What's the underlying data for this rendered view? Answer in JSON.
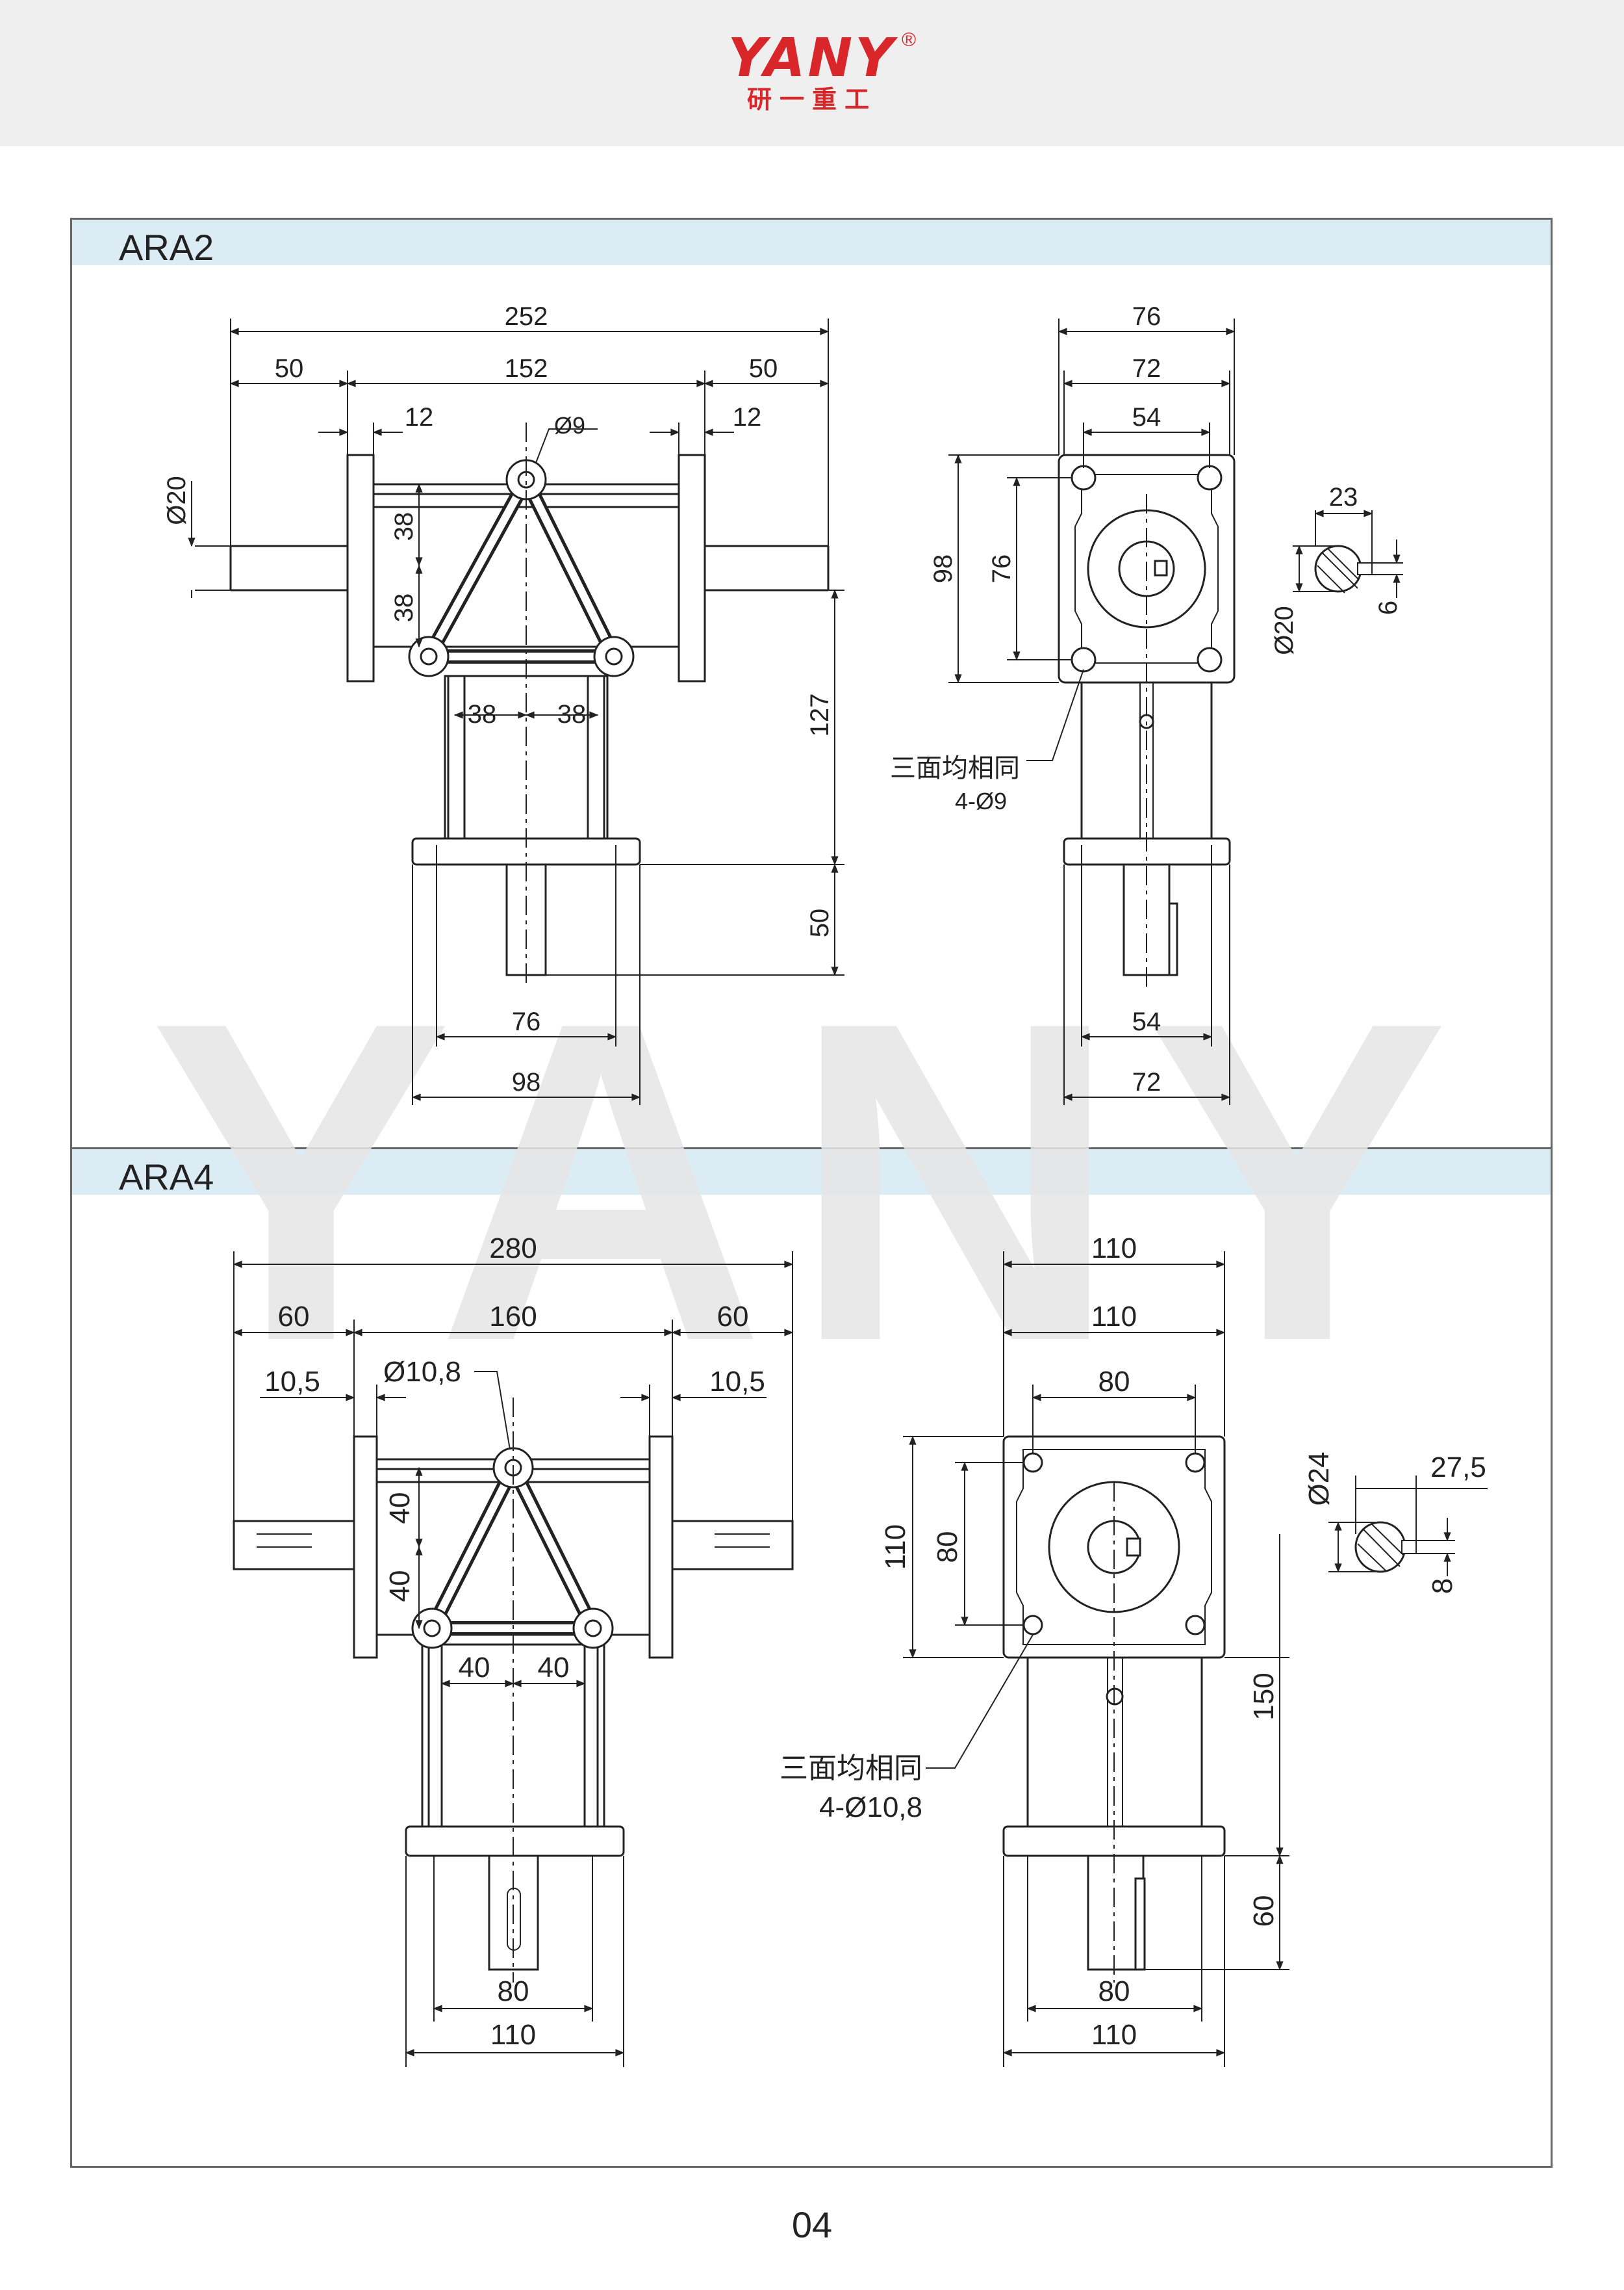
{
  "brand": {
    "logo": "YANY",
    "sub": "研一重工",
    "reg": "®",
    "watermark": "YANY"
  },
  "colors": {
    "brand_red": "#d9262a",
    "band_blue": "#dcecf5",
    "header_gray": "#efefef",
    "line": "#222222"
  },
  "sections": [
    {
      "model": "ARA2",
      "front": {
        "overall": "252",
        "left_shaft": "50",
        "center": "152",
        "right_shaft": "50",
        "flange_left": "12",
        "flange_right": "12",
        "hole": "Ø9",
        "shaft_dia": "Ø20",
        "upper_v": "38",
        "lower_v": "38",
        "h_left": "38",
        "h_right": "38",
        "height": "127",
        "bottom_shaft": "50",
        "base_inner": "76",
        "base_outer": "98"
      },
      "side": {
        "top1": "76",
        "top2": "72",
        "top3": "54",
        "left_outer": "98",
        "left_inner": "76",
        "note_line1": "三面均相同",
        "note_line2": "4-Ø9",
        "bottom_inner": "54",
        "bottom_outer": "72"
      },
      "key": {
        "width": "23",
        "dia": "Ø20",
        "depth": "6"
      }
    },
    {
      "model": "ARA4",
      "front": {
        "overall": "280",
        "left_shaft": "60",
        "center": "160",
        "right_shaft": "60",
        "flange_left": "10,5",
        "flange_right": "10,5",
        "hole": "Ø10,8",
        "upper_v": "40",
        "lower_v": "40",
        "h_left": "40",
        "h_right": "40",
        "base_inner": "80",
        "base_outer": "110"
      },
      "side": {
        "top1": "110",
        "top2": "110",
        "top3": "80",
        "left_outer": "110",
        "left_inner": "80",
        "height": "150",
        "bottom_shaft": "60",
        "note_line1": "三面均相同",
        "note_line2": "4-Ø10,8",
        "bottom_inner": "80",
        "bottom_outer": "110"
      },
      "key": {
        "dia": "Ø24",
        "width": "27,5",
        "depth": "8"
      }
    }
  ],
  "page_number": "04"
}
